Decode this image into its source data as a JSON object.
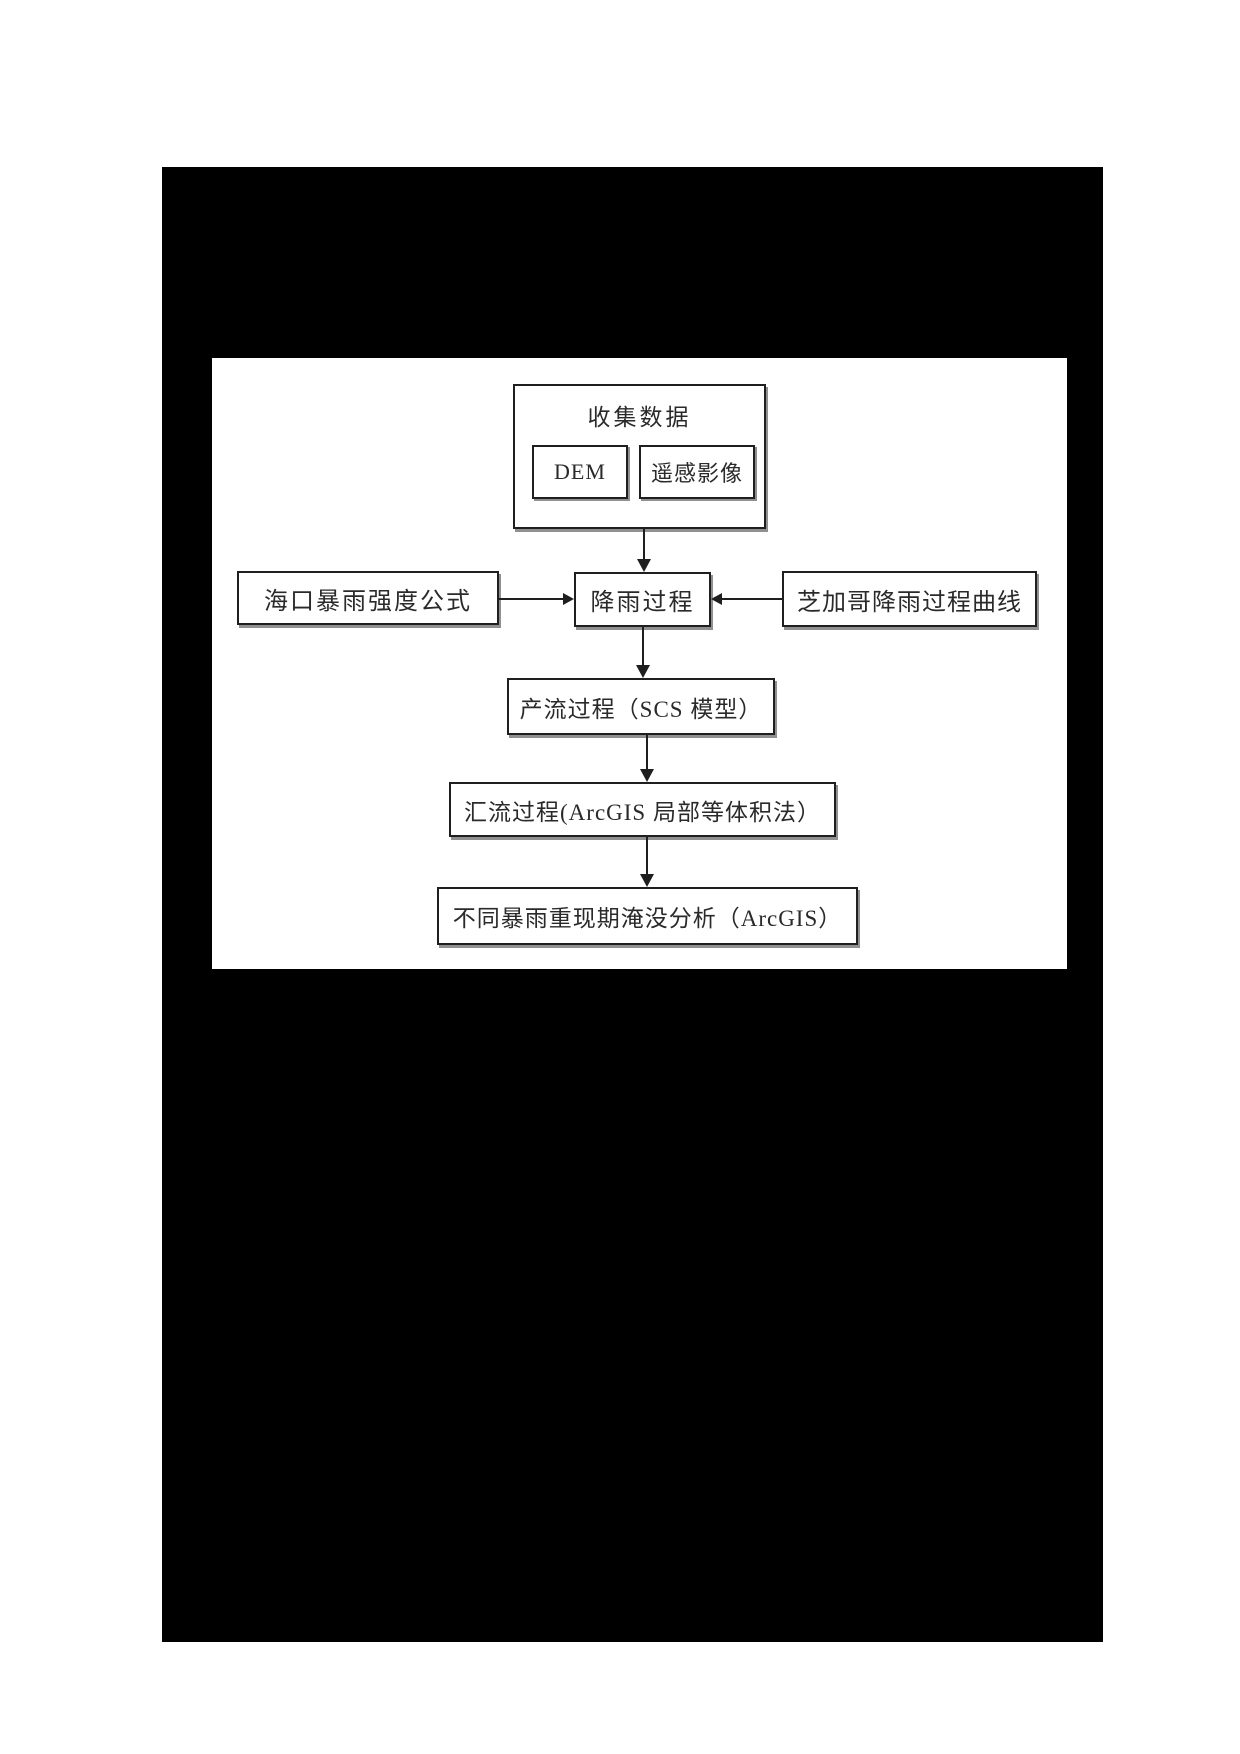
{
  "page": {
    "type": "scanned-document-page",
    "background_color": "#ffffff",
    "canvas_color": "#000000",
    "panel_color": "#ffffff"
  },
  "colors": {
    "canvas": "#000000",
    "panel": "#ffffff",
    "line": "#1f1f1f",
    "text": "#2a2a2a",
    "shadow": "#909090"
  },
  "diagram": {
    "collect": {
      "title": "收集数据",
      "children": [
        {
          "label": "DEM"
        },
        {
          "label": "遥感影像"
        }
      ]
    },
    "haikou": {
      "label": "海口暴雨强度公式"
    },
    "rain": {
      "label": "降雨过程"
    },
    "chicago": {
      "label": "芝加哥降雨过程曲线"
    },
    "runoff": {
      "label": "产流过程（SCS 模型）"
    },
    "concentration": {
      "label": "汇流过程(ArcGIS 局部等体积法）"
    },
    "inundation": {
      "label": "不同暴雨重现期淹没分析（ArcGIS）"
    }
  }
}
